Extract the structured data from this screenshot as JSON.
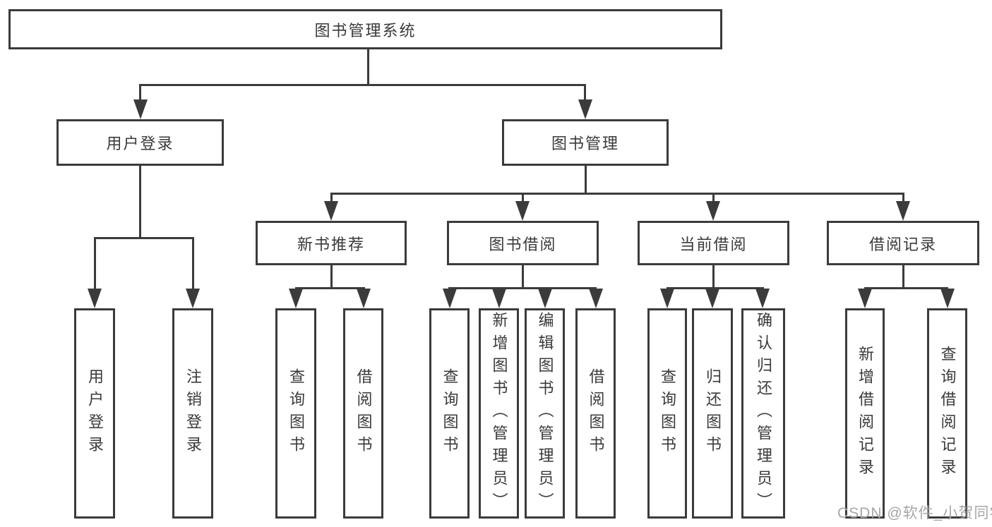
{
  "diagram": {
    "root": {
      "label": "图书管理系统"
    },
    "branches": [
      {
        "label": "用户登录",
        "children": [
          {
            "label": "用户登录"
          },
          {
            "label": "注销登录"
          }
        ]
      },
      {
        "label": "图书管理",
        "children": [
          {
            "label": "新书推荐",
            "children": [
              {
                "label": "查询图书"
              },
              {
                "label": "借阅图书"
              }
            ]
          },
          {
            "label": "图书借阅",
            "children": [
              {
                "label": "查询图书"
              },
              {
                "label": "新增图书（管理员）"
              },
              {
                "label": "编辑图书（管理员）"
              },
              {
                "label": "借阅图书"
              }
            ]
          },
          {
            "label": "当前借阅",
            "children": [
              {
                "label": "查询图书"
              },
              {
                "label": "归还图书"
              },
              {
                "label": "确认归还（管理员）"
              }
            ]
          },
          {
            "label": "借阅记录",
            "children": [
              {
                "label": "新增借阅记录"
              },
              {
                "label": "查询借阅记录"
              }
            ]
          }
        ]
      }
    ],
    "watermark": "CSDN @软件_小贺同学",
    "colors": {
      "line": "#3b3b3b",
      "text": "#3a3a3a",
      "watermark": "#a6a6a6",
      "background": "#ffffff"
    }
  }
}
